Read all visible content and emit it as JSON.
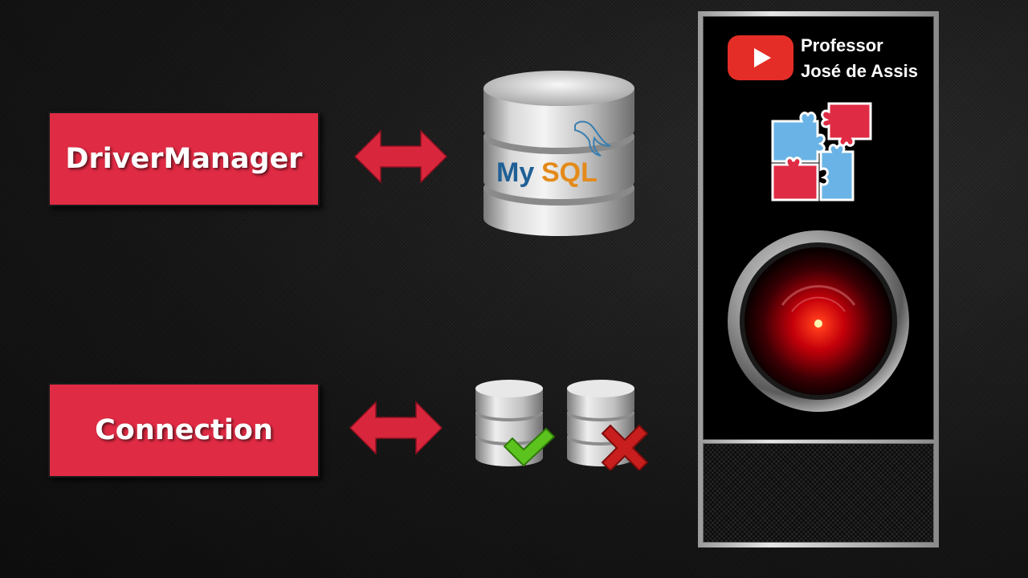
{
  "boxes": {
    "driver_manager": "DriverManager",
    "connection": "Connection"
  },
  "mysql_logo": {
    "my": "My",
    "sql": "SQL"
  },
  "channel": {
    "line1": "Professor",
    "line2": "José de Assis"
  },
  "colors": {
    "box_red": "#e02b44",
    "arrow_red": "#d8263c",
    "check_green": "#5cc21d",
    "cross_red": "#c81e1e",
    "puzzle_red": "#e02b44",
    "puzzle_blue": "#6ab3e6",
    "youtube_red": "#e52d27"
  }
}
